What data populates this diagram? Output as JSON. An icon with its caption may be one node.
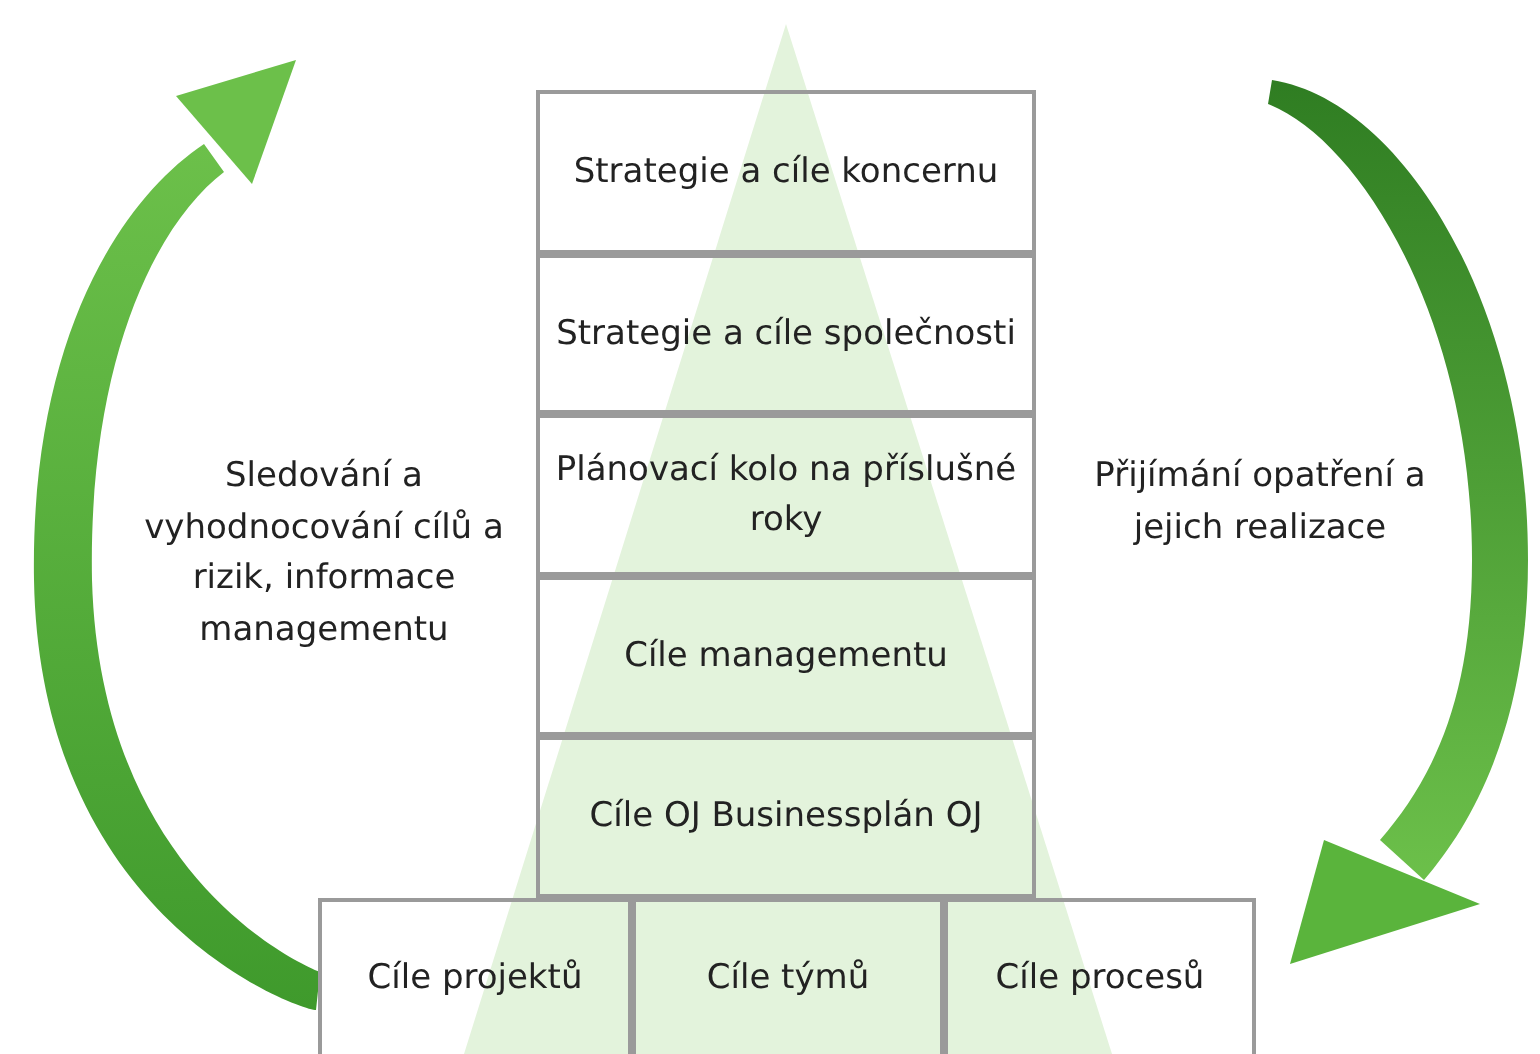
{
  "diagram": {
    "nodes": [
      {
        "text": [
          "Strategie a cíle koncernu"
        ]
      },
      {
        "text": [
          "Strategie a cíle společnosti"
        ]
      },
      {
        "text": [
          "Plánovací kolo na příslušné roky"
        ]
      },
      {
        "text": [
          "Cíle managementu"
        ]
      },
      {
        "text": [
          "Cíle OJ Businessplán OJ"
        ]
      },
      {
        "text": [
          "Cíle projektů"
        ]
      },
      {
        "text": [
          "Cíle týmů"
        ]
      },
      {
        "text": [
          "Cíle procesů"
        ]
      }
    ],
    "edges": [],
    "labels": [
      "Sledování a vyhodnocování cílů a rizik, informace managementu",
      "Přijímání opatření a jejich realizace"
    ]
  }
}
